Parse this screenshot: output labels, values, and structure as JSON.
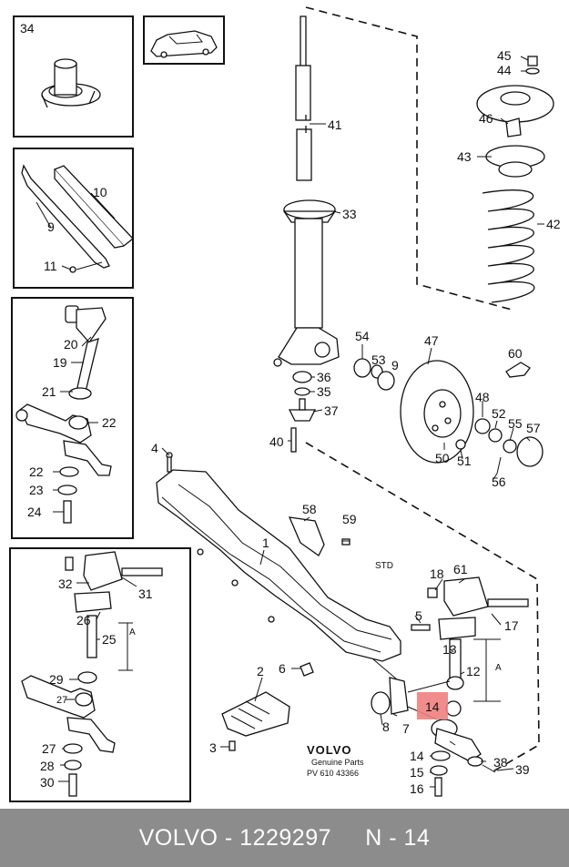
{
  "footer": {
    "text": "VOLVO - 1229297     N - 14",
    "background_color": "#8c8c8c",
    "text_color": "#ffffff"
  },
  "brand_block": {
    "logo": "VOLVO",
    "line1": "Genuine Parts",
    "line2": "PV 610 43366"
  },
  "std_label": "STD",
  "dimension_label": "A",
  "highlight": {
    "label": "14",
    "color": "#f08080"
  },
  "part_labels": [
    "34",
    "10",
    "9",
    "11",
    "20",
    "19",
    "21",
    "22",
    "22",
    "23",
    "24",
    "32",
    "31",
    "26",
    "25",
    "29",
    "27",
    "27",
    "28",
    "30",
    "41",
    "33",
    "45",
    "44",
    "46",
    "43",
    "42",
    "54",
    "53",
    "9",
    "47",
    "36",
    "35",
    "37",
    "40",
    "4",
    "60",
    "48",
    "52",
    "55",
    "57",
    "50",
    "51",
    "56",
    "58",
    "59",
    "1",
    "18",
    "61",
    "5",
    "17",
    "13",
    "12",
    "14",
    "14",
    "15",
    "16",
    "38",
    "39",
    "7",
    "8",
    "6",
    "2",
    "3"
  ]
}
